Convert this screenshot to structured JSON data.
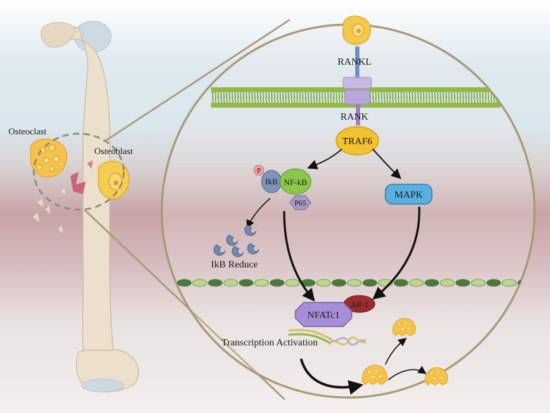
{
  "labels": {
    "osteoclast": "Osteoclast",
    "osteoblast": "Osteoblast",
    "rankl": "RANKL",
    "rank": "RANK",
    "traf6": "TRAF6",
    "phospho": "P",
    "ikb": "IkB",
    "nfkb": "NF-kB",
    "p65": "P65",
    "mapk": "MAPK",
    "ikb_reduce": "IkB Reduce",
    "ap1": "AP-1",
    "nfatc1": "NFATc1",
    "transcription": "Transcription Activation"
  },
  "colors": {
    "circle_outline": "#a89a76",
    "membrane": "#8fbb45",
    "bone": "#ece0cd",
    "osteoclast_cell": "#f5c24a",
    "osteoblast_cell": "#f4cc4e",
    "traf6": "#f2c233",
    "nfkb": "#8bc84a",
    "ikb": "#7d93b8",
    "p65": "#a59ac4",
    "mapk": "#5aaee0",
    "ap1": "#9b2c2c",
    "nfatc1": "#a88ed6",
    "nuclear_envelope_dark": "#4a7a3a",
    "nuclear_envelope_light": "#b9d88a"
  }
}
